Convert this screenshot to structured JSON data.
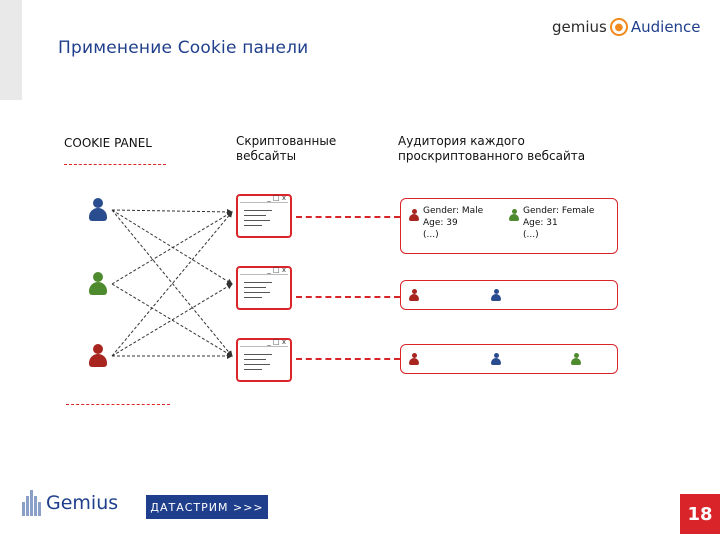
{
  "header": {
    "title": "Применение Cookie панели",
    "logo_left": "gemius",
    "logo_right": "Audience"
  },
  "columns": {
    "cookie_panel": "COOKIE PANEL",
    "scripted_sites": "Скриптованные вебсайты",
    "audience": "Аудитория каждого проскриптованного вебсайта"
  },
  "audience_labels": {
    "male": {
      "gender": "Gender: Male",
      "age": "Age: 39",
      "more": "(...)"
    },
    "female": {
      "gender": "Gender: Female",
      "age": "Age: 31",
      "more": "(...)"
    }
  },
  "window_controls": "_ □ x",
  "footer": {
    "logo": "Gemius",
    "partner": "ДАТАСТРИМ >>>",
    "page_number": "18"
  },
  "colors": {
    "accent": "#d9252a",
    "brand": "#1f3f8c",
    "panelist_blue": "#2a4d8f",
    "panelist_green": "#4e8a2e",
    "panelist_red": "#a8261f"
  }
}
